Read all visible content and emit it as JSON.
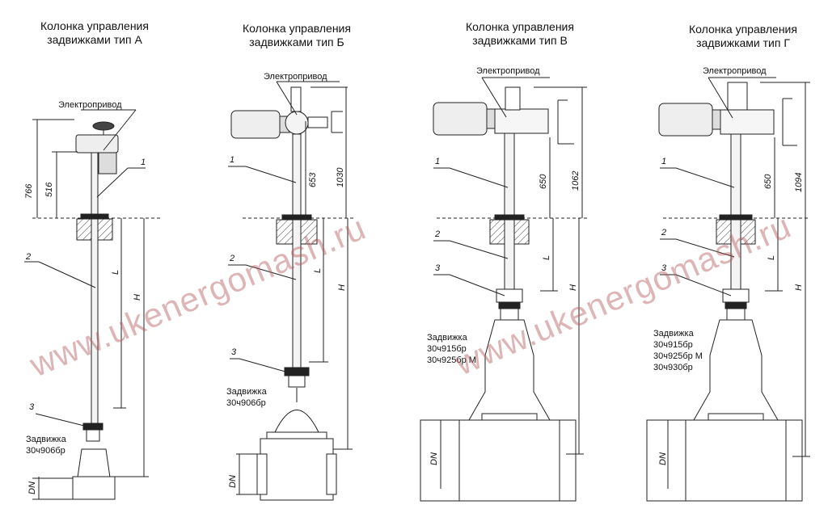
{
  "watermark": {
    "text": "www.ukenergomash.ru",
    "color": "#b45a5f"
  },
  "columns": [
    {
      "title_line1": "Колонка управления",
      "title_line2": "задвижками тип А",
      "actuator_label": "Электропривод",
      "valve_label": "Задвижка",
      "valve_models": [
        "30ч906бр"
      ],
      "callouts": [
        "1",
        "2",
        "3"
      ],
      "dimensions": {
        "total": "766",
        "actuator": "516",
        "rod": "L",
        "height": "H",
        "nominal": "DN"
      }
    },
    {
      "title_line1": "Колонка управления",
      "title_line2": "задвижками тип Б",
      "actuator_label": "Электропривод",
      "valve_label": "Задвижка",
      "valve_models": [
        "30ч906бр"
      ],
      "callouts": [
        "1",
        "2",
        "3"
      ],
      "dimensions": {
        "total": "1030",
        "actuator": "653",
        "rod": "L",
        "height": "H",
        "nominal": "DN"
      }
    },
    {
      "title_line1": "Колонка управления",
      "title_line2": "задвижками тип В",
      "actuator_label": "Электропривод",
      "valve_label": "Задвижка",
      "valve_models": [
        "30ч915бр",
        "30ч925бр М"
      ],
      "callouts": [
        "1",
        "2",
        "3"
      ],
      "dimensions": {
        "total": "1062",
        "actuator": "650",
        "rod": "L",
        "height": "H",
        "nominal": "DN"
      }
    },
    {
      "title_line1": "Колонка управления",
      "title_line2": "задвижками тип Г",
      "actuator_label": "Электропривод",
      "valve_label": "Задвижка",
      "valve_models": [
        "30ч915бр",
        "30ч925бр М",
        "30ч930бр"
      ],
      "callouts": [
        "1",
        "2",
        "3"
      ],
      "dimensions": {
        "total": "1094",
        "actuator": "650",
        "rod": "L",
        "height": "H",
        "nominal": "DN"
      }
    }
  ]
}
